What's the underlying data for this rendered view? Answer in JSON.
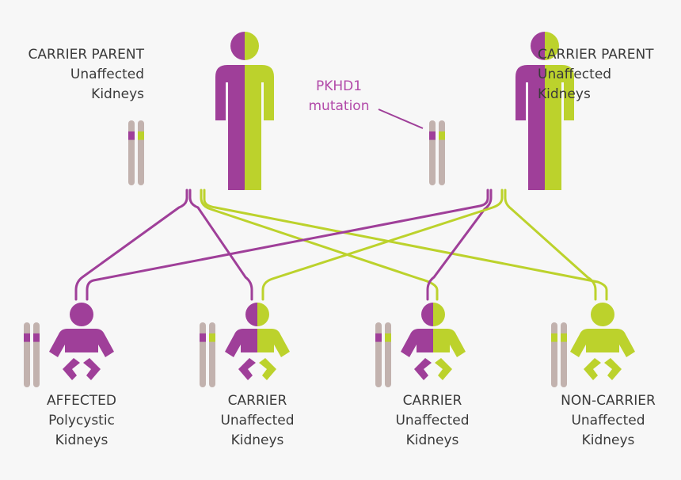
{
  "colors": {
    "background": "#f7f7f7",
    "mutant": "#9f3f99",
    "normal": "#bcd22c",
    "chromosome": "#c2b2ae",
    "text": "#3a3a3a",
    "mutation_label": "#b24aa9"
  },
  "parents": [
    {
      "role": "CARRIER PARENT",
      "status": "Unaffected",
      "organ": "Kidneys",
      "alleles": [
        "mutant",
        "normal"
      ]
    },
    {
      "role": "CARRIER PARENT",
      "status": "Unaffected",
      "organ": "Kidneys",
      "alleles": [
        "mutant",
        "normal"
      ]
    }
  ],
  "mutation_label": {
    "line1": "PKHD1",
    "line2": "mutation"
  },
  "children": [
    {
      "role": "AFFECTED",
      "status": "Polycystic",
      "organ": "Kidneys",
      "alleles": [
        "mutant",
        "mutant"
      ]
    },
    {
      "role": "CARRIER",
      "status": "Unaffected",
      "organ": "Kidneys",
      "alleles": [
        "mutant",
        "normal"
      ]
    },
    {
      "role": "CARRIER",
      "status": "Unaffected",
      "organ": "Kidneys",
      "alleles": [
        "mutant",
        "normal"
      ]
    },
    {
      "role": "NON-CARRIER",
      "status": "Unaffected",
      "organ": "Kidneys",
      "alleles": [
        "normal",
        "normal"
      ]
    }
  ]
}
